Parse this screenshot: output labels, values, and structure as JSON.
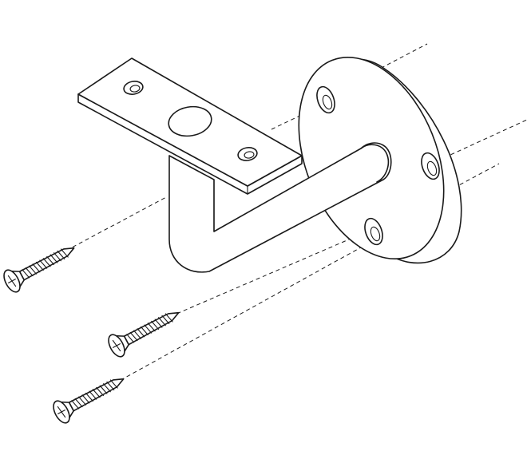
{
  "diagram": {
    "style": "line-art exploded assembly",
    "components": {
      "wall_rosette": {
        "mounting_holes": 3
      },
      "bracket_arm": {
        "shape": "L-bend"
      },
      "rail_saddle_plate": {
        "holes": 3
      },
      "screws": {
        "count": 3,
        "head": "countersunk",
        "drive": "cross"
      }
    },
    "colors": {
      "stroke": "#1a1a1a",
      "background": "#ffffff"
    }
  }
}
